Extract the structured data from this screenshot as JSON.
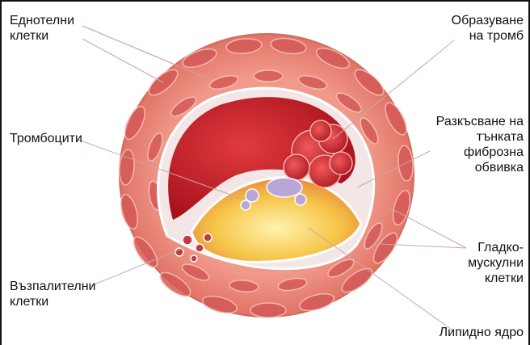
{
  "labels": {
    "endothelial": "Еднотелни\nклетки",
    "thrombus_formation": "Образуване\nна тромб",
    "platelets": "Тромбоцити",
    "cap_rupture": "Разкъсване на\nтънката\nфиброзна\nобвивка",
    "smooth_muscle": "Гладко-\nмускулни\nклетки",
    "inflammatory": "Възпалителни\nклетки",
    "lipid_core": "Липидно ядро"
  },
  "colors": {
    "vessel_wall": "#e87c6e",
    "cell_fill": "#d55a58",
    "lumen_blood": "#c7202a",
    "lipid_core": "#f4c542",
    "platelets": "#b9a6d8",
    "leader_line": "#c9a6a6"
  }
}
